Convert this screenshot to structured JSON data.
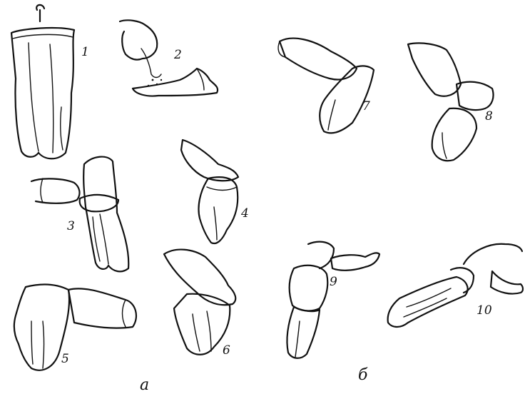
{
  "figure": {
    "panels": [
      {
        "label": "а",
        "steps": [
          "1",
          "2",
          "3",
          "4",
          "5",
          "6"
        ]
      },
      {
        "label": "б",
        "steps": [
          "7",
          "8",
          "9",
          "10"
        ]
      }
    ]
  }
}
